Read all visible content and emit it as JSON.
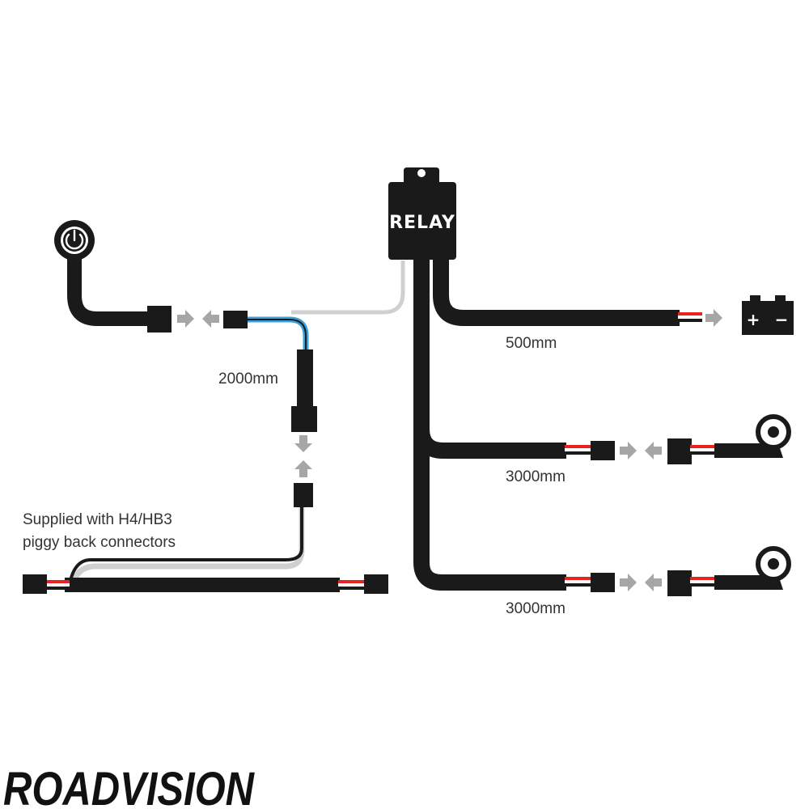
{
  "relay": {
    "label": "RELAY"
  },
  "battery": {
    "plus": "+",
    "minus": "−"
  },
  "labels": {
    "switch_cable": "2000mm",
    "battery_cable": "500mm",
    "light_cable_1": "3000mm",
    "light_cable_2": "3000mm",
    "piggy_line1": "Supplied with H4/HB3",
    "piggy_line2": "piggy back connectors"
  },
  "brand": {
    "logo": "ROADVISION"
  },
  "colors": {
    "cable": "#1a1a1a",
    "switch_wire": "#3aa0dc",
    "signal_wire": "#d0d0d0",
    "red_wire": "#e8231e",
    "arrow": "#a6a6a6"
  },
  "icons": [
    "power-switch-icon",
    "battery-icon",
    "spotlight-icon",
    "arrow-icon"
  ]
}
